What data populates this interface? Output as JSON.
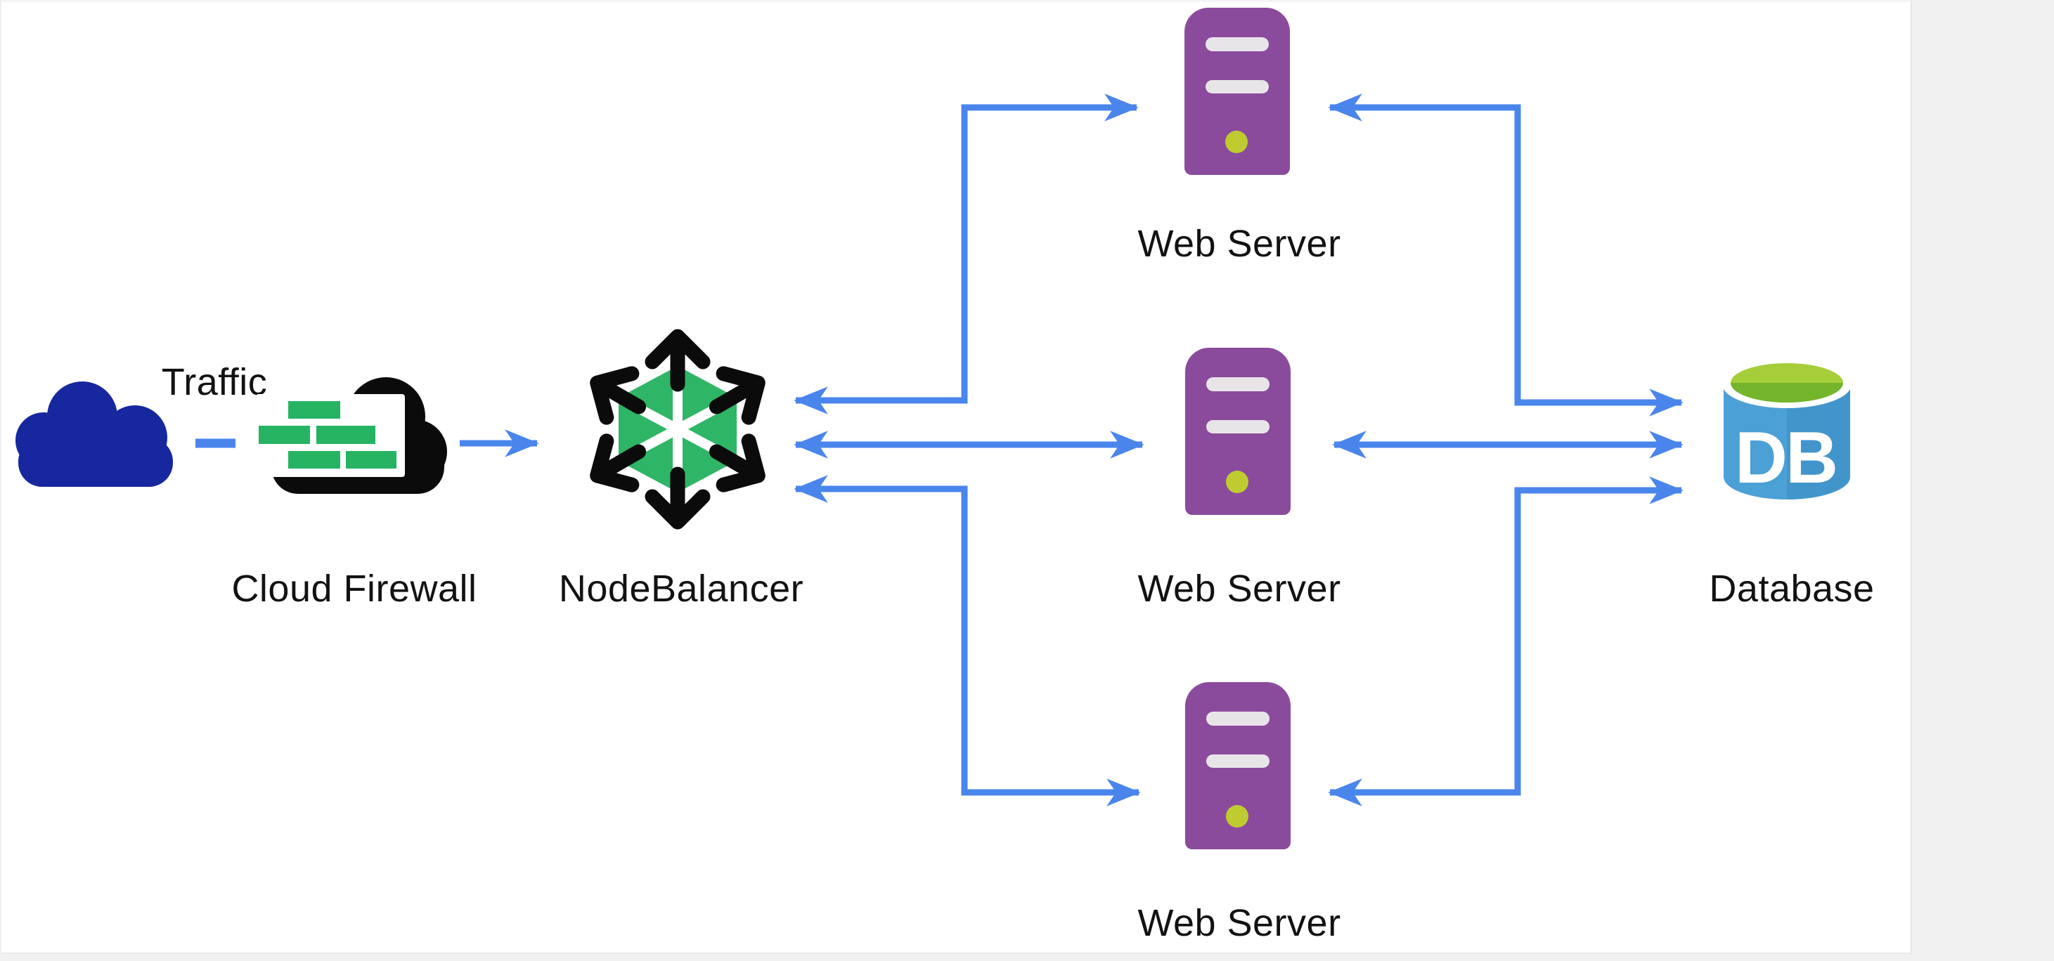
{
  "diagram": {
    "nodes": [
      {
        "id": "traffic",
        "label": "Traffic",
        "type": "public-internet-cloud"
      },
      {
        "id": "cloud-firewall",
        "label": "Cloud Firewall",
        "type": "firewall"
      },
      {
        "id": "nodebalancer",
        "label": "NodeBalancer",
        "type": "load-balancer"
      },
      {
        "id": "web-server-top",
        "label": "Web Server",
        "type": "server"
      },
      {
        "id": "web-server-middle",
        "label": "Web Server",
        "type": "server"
      },
      {
        "id": "web-server-bottom",
        "label": "Web Server",
        "type": "server"
      },
      {
        "id": "database",
        "label": "Database",
        "type": "database",
        "badge": "DB"
      }
    ],
    "edges": [
      {
        "from": "traffic",
        "to": "cloud-firewall",
        "type": "dash"
      },
      {
        "from": "cloud-firewall",
        "to": "nodebalancer",
        "type": "arrow"
      },
      {
        "from": "nodebalancer",
        "to": "web-server-top",
        "type": "double-arrow"
      },
      {
        "from": "nodebalancer",
        "to": "web-server-middle",
        "type": "double-arrow"
      },
      {
        "from": "nodebalancer",
        "to": "web-server-bottom",
        "type": "double-arrow"
      },
      {
        "from": "web-server-top",
        "to": "database",
        "type": "double-arrow"
      },
      {
        "from": "web-server-middle",
        "to": "database",
        "type": "double-arrow"
      },
      {
        "from": "web-server-bottom",
        "to": "database",
        "type": "double-arrow"
      }
    ],
    "colors": {
      "arrow_blue": "#4A85EC",
      "traffic_cloud_navy": "#17279E",
      "firewall_black": "#0B0B0B",
      "firewall_brick_green": "#26B463",
      "nodebalancer_green": "#2FB566",
      "server_purple": "#8B4B9C",
      "server_slot_gray": "#E8E5E9",
      "server_led_green": "#BECC30",
      "db_body_blue": "#4BA0D6",
      "db_body_blue_dark": "#4295CB",
      "db_top_green": "#A6CE39",
      "db_top_green_dark": "#74B52C",
      "label_black": "#121212",
      "canvas_white": "#FFFFFF",
      "page_gray": "#F1F1F2"
    }
  }
}
